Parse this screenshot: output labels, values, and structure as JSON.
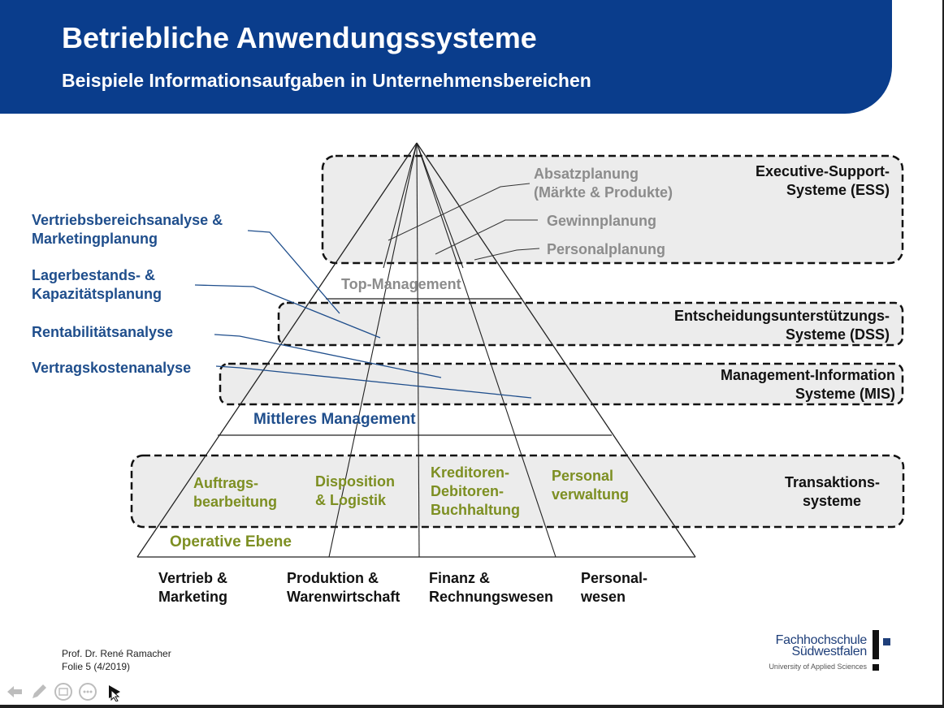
{
  "header": {
    "title": "Betriebliche Anwendungssysteme",
    "subtitle": "Beispiele Informationsaufgaben in Unternehmensbereichen"
  },
  "systems": {
    "ess": [
      "Executive-Support-",
      "Systeme (ESS)"
    ],
    "dss": [
      "Entscheidungsunterstützungs-",
      "Systeme (DSS)"
    ],
    "mis": [
      "Management-Information",
      "Systeme (MIS)"
    ],
    "ts": [
      "Transaktions-",
      "systeme"
    ]
  },
  "ess_tasks": {
    "absatz": [
      "Absatzplanung",
      "(Märkte & Produkte)"
    ],
    "gewinn": "Gewinnplanung",
    "personal": "Personalplanung"
  },
  "levels": {
    "top": "Top-Management",
    "middle": "Mittleres Management",
    "operative": "Operative Ebene"
  },
  "analyses": {
    "vertrieb": [
      "Vertriebsbereichsanalyse &",
      "Marketingplanung"
    ],
    "lager": [
      "Lagerbestands- &",
      "Kapazitätsplanung"
    ],
    "rentabilitaet": "Rentabilitätsanalyse",
    "vertragskosten": "Vertragskostenanalyse"
  },
  "operations": {
    "auftrag": [
      "Auftrags-",
      "bearbeitung"
    ],
    "disposition": [
      "Disposition",
      "& Logistik"
    ],
    "kreditoren": [
      "Kreditoren-",
      "Debitoren-",
      "Buchhaltung"
    ],
    "personal": [
      "Personal",
      "verwaltung"
    ]
  },
  "areas": {
    "vertrieb": [
      "Vertrieb &",
      "Marketing"
    ],
    "produktion": [
      "Produktion &",
      "Warenwirtschaft"
    ],
    "finanz": [
      "Finanz &",
      "Rechnungswesen"
    ],
    "personal": [
      "Personal-",
      "wesen"
    ]
  },
  "footer": {
    "author": "Prof. Dr. René Ramacher",
    "slide": "Folie 5 (4/2019)"
  },
  "logo": {
    "line1": "Fachhochschule",
    "line2": "Südwestfalen",
    "line3": "University of Applied Sciences"
  },
  "toolbar": [
    "back-icon",
    "pen-icon",
    "slide-icon",
    "more-icon",
    "pointer-icon"
  ],
  "colors": {
    "header": "#0a3d8c",
    "analysis_text": "#1f4e8c",
    "operation_text": "#7d8f22",
    "task_text": "#8c8c8c",
    "box_fill": "#ececec"
  }
}
